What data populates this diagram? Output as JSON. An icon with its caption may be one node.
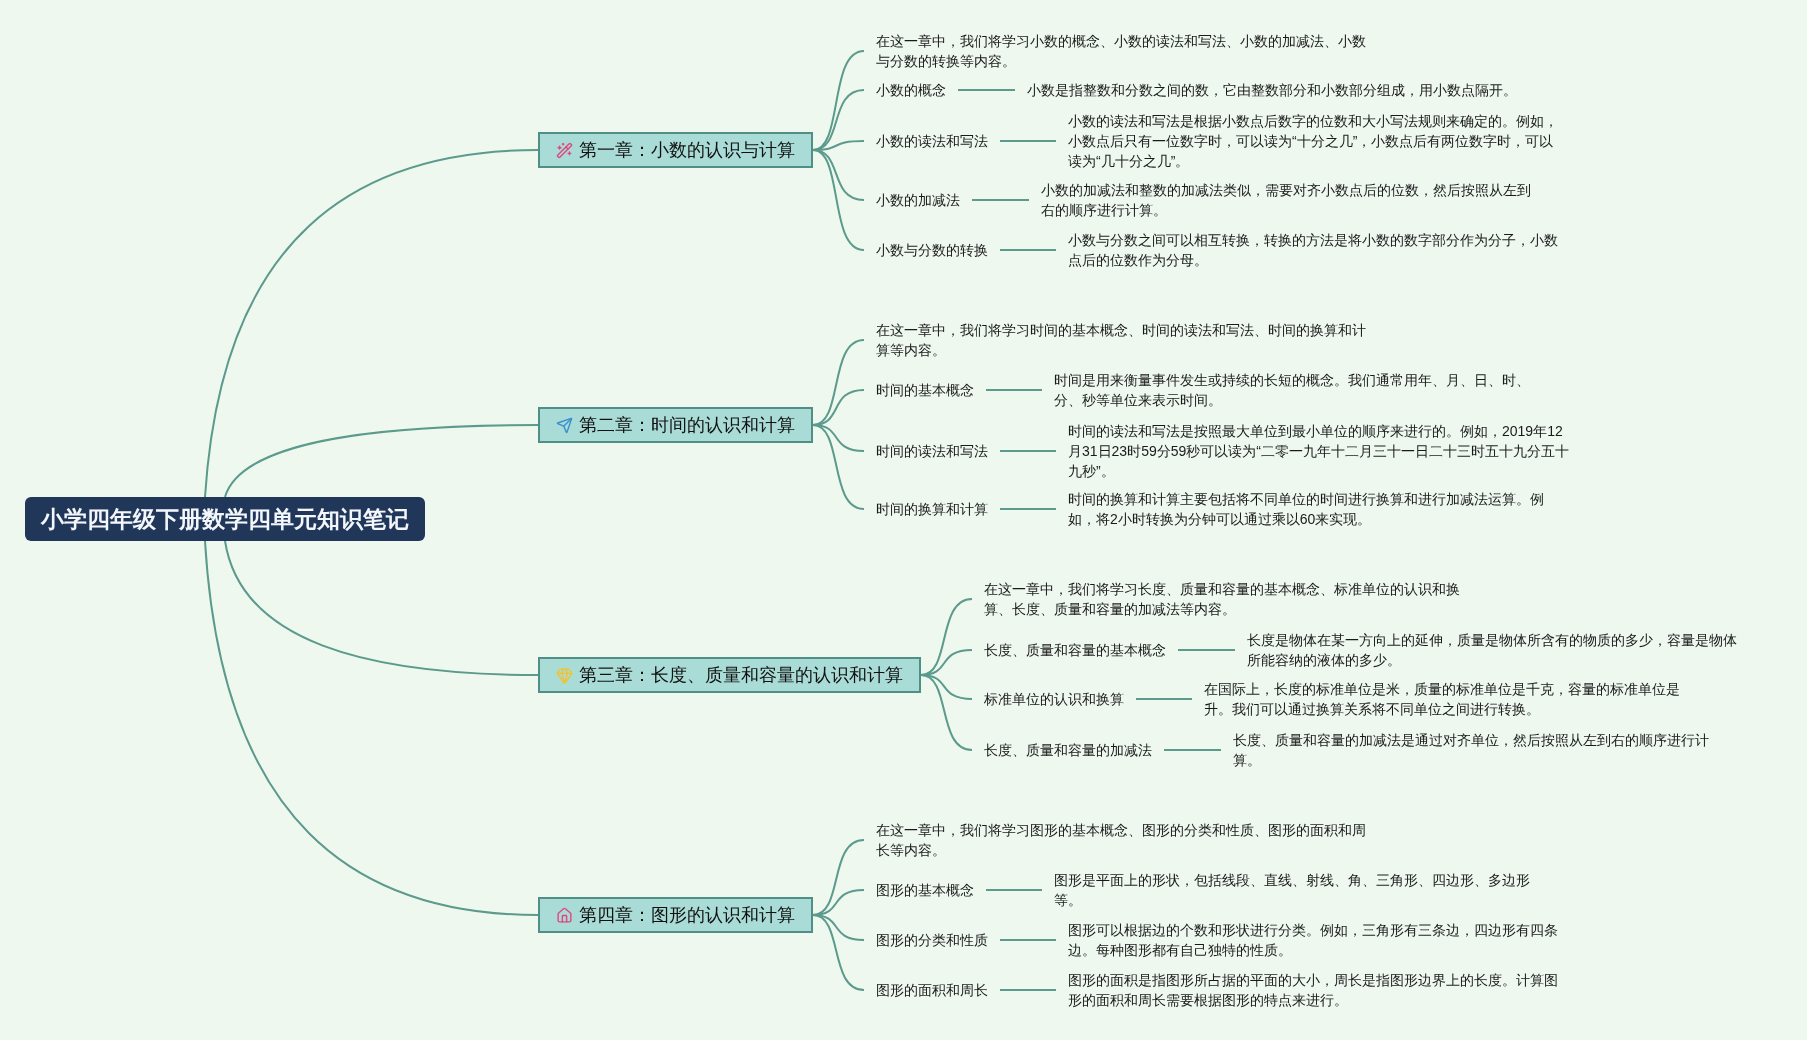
{
  "diagram": {
    "nodes": [
      {
        "text": [
          "小学四年级下册数学四单元知识笔记"
        ]
      },
      {
        "text": [
          "第一章：小数的认识与计算"
        ]
      },
      {
        "text": [
          "在这一章中，我们将学习小数的概念、小数的读法和写法、小数的加减法、小数与分数的转换等内容。"
        ]
      },
      {
        "text": [
          "小数的概念"
        ]
      },
      {
        "text": [
          "小数是指整数和分数之间的数，它由整数部分和小数部分组成，用小数点隔开。"
        ]
      },
      {
        "text": [
          "小数的读法和写法"
        ]
      },
      {
        "text": [
          "小数的读法和写法是根据小数点后数字的位数和大小写法规则来确定的。例如，小数点后只有一位数字时，可以读为“十分之几”，小数点后有两位数字时，可以读为“几十分之几”。"
        ]
      },
      {
        "text": [
          "小数的加减法"
        ]
      },
      {
        "text": [
          "小数的加减法和整数的加减法类似，需要对齐小数点后的位数，然后按照从左到右的顺序进行计算。"
        ]
      },
      {
        "text": [
          "小数与分数的转换"
        ]
      },
      {
        "text": [
          "小数与分数之间可以相互转换，转换的方法是将小数的数字部分作为分子，小数点后的位数作为分母。"
        ]
      },
      {
        "text": [
          "第二章：时间的认识和计算"
        ]
      },
      {
        "text": [
          "在这一章中，我们将学习时间的基本概念、时间的读法和写法、时间的换算和计算等内容。"
        ]
      },
      {
        "text": [
          "时间的基本概念"
        ]
      },
      {
        "text": [
          "时间是用来衡量事件发生或持续的长短的概念。我们通常用年、月、日、时、分、秒等单位来表示时间。"
        ]
      },
      {
        "text": [
          "时间的读法和写法"
        ]
      },
      {
        "text": [
          "时间的读法和写法是按照最大单位到最小单位的顺序来进行的。例如，2019年12月31日23时59分59秒可以读为“二零一九年十二月三十一日二十三时五十九分五十九秒”。"
        ]
      },
      {
        "text": [
          "时间的换算和计算"
        ]
      },
      {
        "text": [
          "时间的换算和计算主要包括将不同单位的时间进行换算和进行加减法运算。例如，将2小时转换为分钟可以通过乘以60来实现。"
        ]
      },
      {
        "text": [
          "第三章：长度、质量和容量的认识和计算"
        ]
      },
      {
        "text": [
          "在这一章中，我们将学习长度、质量和容量的基本概念、标准单位的认识和换算、长度、质量和容量的加减法等内容。"
        ]
      },
      {
        "text": [
          "长度、质量和容量的基本概念"
        ]
      },
      {
        "text": [
          "长度是物体在某一方向上的延伸，质量是物体所含有的物质的多少，容量是物体所能容纳的液体的多少。"
        ]
      },
      {
        "text": [
          "标准单位的认识和换算"
        ]
      },
      {
        "text": [
          "在国际上，长度的标准单位是米，质量的标准单位是千克，容量的标准单位是升。我们可以通过换算关系将不同单位之间进行转换。"
        ]
      },
      {
        "text": [
          "长度、质量和容量的加减法"
        ]
      },
      {
        "text": [
          "长度、质量和容量的加减法是通过对齐单位，然后按照从左到右的顺序进行计算。"
        ]
      },
      {
        "text": [
          "第四章：图形的认识和计算"
        ]
      },
      {
        "text": [
          "在这一章中，我们将学习图形的基本概念、图形的分类和性质、图形的面积和周长等内容。"
        ]
      },
      {
        "text": [
          "图形的基本概念"
        ]
      },
      {
        "text": [
          "图形是平面上的形状，包括线段、直线、射线、角、三角形、四边形、多边形等。"
        ]
      },
      {
        "text": [
          "图形的分类和性质"
        ]
      },
      {
        "text": [
          "图形可以根据边的个数和形状进行分类。例如，三角形有三条边，四边形有四条边。每种图形都有自己独特的性质。"
        ]
      },
      {
        "text": [
          "图形的面积和周长"
        ]
      },
      {
        "text": [
          "图形的面积是指图形所占据的平面的大小，周长是指图形边界上的长度。计算图形的面积和周长需要根据图形的特点来进行。"
        ]
      }
    ],
    "edges": [
      {
        "from": 0,
        "to": 1,
        "arrow": "none"
      },
      {
        "from": 0,
        "to": 11,
        "arrow": "none"
      },
      {
        "from": 0,
        "to": 19,
        "arrow": "none"
      },
      {
        "from": 0,
        "to": 27,
        "arrow": "none"
      },
      {
        "from": 1,
        "to": 2,
        "arrow": "none"
      },
      {
        "from": 1,
        "to": 3,
        "arrow": "none"
      },
      {
        "from": 1,
        "to": 5,
        "arrow": "none"
      },
      {
        "from": 1,
        "to": 7,
        "arrow": "none"
      },
      {
        "from": 1,
        "to": 9,
        "arrow": "none"
      },
      {
        "from": 3,
        "to": 4,
        "arrow": "none"
      },
      {
        "from": 5,
        "to": 6,
        "arrow": "none"
      },
      {
        "from": 7,
        "to": 8,
        "arrow": "none"
      },
      {
        "from": 9,
        "to": 10,
        "arrow": "none"
      },
      {
        "from": 11,
        "to": 12,
        "arrow": "none"
      },
      {
        "from": 11,
        "to": 13,
        "arrow": "none"
      },
      {
        "from": 11,
        "to": 15,
        "arrow": "none"
      },
      {
        "from": 11,
        "to": 17,
        "arrow": "none"
      },
      {
        "from": 13,
        "to": 14,
        "arrow": "none"
      },
      {
        "from": 15,
        "to": 16,
        "arrow": "none"
      },
      {
        "from": 17,
        "to": 18,
        "arrow": "none"
      },
      {
        "from": 19,
        "to": 20,
        "arrow": "none"
      },
      {
        "from": 19,
        "to": 21,
        "arrow": "none"
      },
      {
        "from": 19,
        "to": 23,
        "arrow": "none"
      },
      {
        "from": 19,
        "to": 25,
        "arrow": "none"
      },
      {
        "from": 21,
        "to": 22,
        "arrow": "none"
      },
      {
        "from": 23,
        "to": 24,
        "arrow": "none"
      },
      {
        "from": 25,
        "to": 26,
        "arrow": "none"
      },
      {
        "from": 27,
        "to": 28,
        "arrow": "none"
      },
      {
        "from": 27,
        "to": 29,
        "arrow": "none"
      },
      {
        "from": 27,
        "to": 31,
        "arrow": "none"
      },
      {
        "from": 27,
        "to": 33,
        "arrow": "none"
      },
      {
        "from": 29,
        "to": 30,
        "arrow": "none"
      },
      {
        "from": 31,
        "to": 32,
        "arrow": "none"
      },
      {
        "from": 33,
        "to": 34,
        "arrow": "none"
      }
    ]
  }
}
